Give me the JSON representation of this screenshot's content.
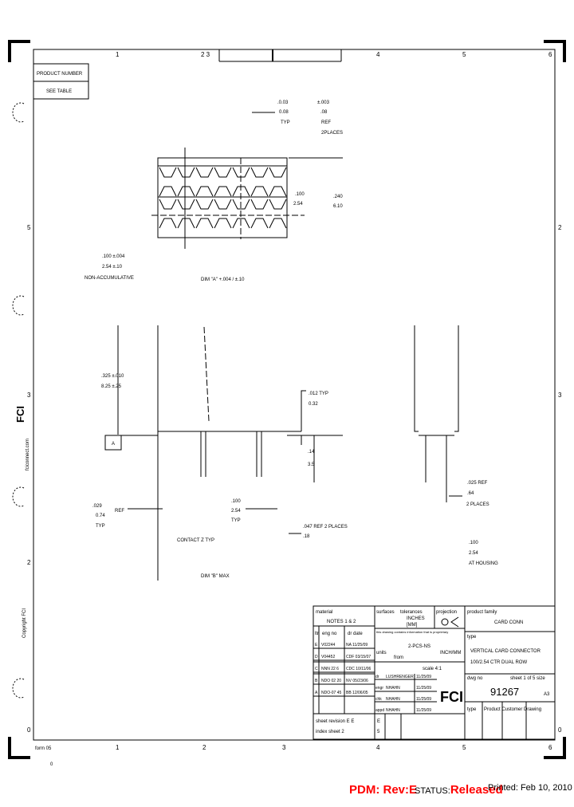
{
  "zones": {
    "top": [
      "1",
      "2 3",
      "4",
      "5",
      "6"
    ],
    "bottom": [
      "1",
      "2",
      "3",
      "4",
      "5",
      "6"
    ],
    "left": [
      "5",
      "3",
      "2",
      "0"
    ],
    "right": [
      "2",
      "3",
      "0"
    ]
  },
  "product_table": {
    "header": "PRODUCT NUMBER",
    "value": "SEE TABLE"
  },
  "dimensions": {
    "d1": [
      ".0.03",
      "0.08",
      "TYP"
    ],
    "d2": [
      "±.003",
      ".08",
      "REF",
      "2PLACES"
    ],
    "d3": [
      ".100",
      "2.54"
    ],
    "d4": [
      ".240",
      "6.10"
    ],
    "d5": [
      ".100  ±.004",
      "2.54  ±.10",
      "NON-ACCUMULATIVE"
    ],
    "d6": "DIM \"A\" +.004 / ±.10",
    "d7": [
      ".325 ±.010",
      "8.25 ±.25"
    ],
    "d8": [
      ".012 TYP",
      "0.32"
    ],
    "d9": [
      ".14",
      "3.5"
    ],
    "d10": [
      ".029",
      "0.74",
      "TYP",
      "REF"
    ],
    "d11": [
      ".100",
      "2.54",
      "TYP"
    ],
    "d12": [
      ".047 REF 2 PLACES",
      ".18"
    ],
    "d13": "CONTACT Z TYP",
    "d14": "DIM \"B\" MAX",
    "d15": [
      ".025 REF",
      ".64",
      "2 PLACES"
    ],
    "d16": [
      ".100",
      "2.54",
      "AT HOUSING"
    ],
    "datum": "A"
  },
  "side": {
    "website": "fciconnect.com",
    "copyright": "Copyright FCI",
    "logo": "FCI"
  },
  "bottom_left": {
    "form": "form 05",
    "mark": "0"
  },
  "title_block": {
    "material": "material",
    "notes": "NOTES 1 & 2",
    "surfaces": "surfaces",
    "tolerances": "tolerances",
    "inches": "INCHES",
    "mm": "[MM]",
    "projection": "projection",
    "product_family": "product family",
    "family_value": "CARD CONN",
    "col_ltr": "ltr",
    "col_eng": "eng no",
    "col_dr": "dr date",
    "rev_rows": [
      [
        "E",
        "V02244",
        "NA 11/25/09"
      ],
      [
        "D",
        "V04452",
        "CDF 03/15/07"
      ],
      [
        "C",
        "NNN 22 6",
        "CDC 10/11/06"
      ],
      [
        "B",
        "NDO 02 20",
        "NV 05/23/06"
      ],
      [
        "A",
        "NDO-07 45",
        "BB 12/06/05"
      ]
    ],
    "drawing_note": "this drawing contains information that is proprietary",
    "units_label": "units",
    "from_label": "from",
    "ref": "2-PCS-NS",
    "inch_mm": "INCH/MM",
    "scale": "scale 4:1",
    "type_label": "type",
    "description_1": "VERTICAL CARD CONNECTOR",
    "description_2": "100/2.54 CTR DUAL ROW",
    "signoffs": [
      {
        "role": "dr",
        "name": "LUSHRENGER",
        "date": "11/25/09"
      },
      {
        "role": "engr",
        "name": "NHAHN",
        "date": "11/25/09"
      },
      {
        "role": "chk",
        "name": "NHAHN",
        "date": "11/25/09"
      },
      {
        "role": "appd",
        "name": "NHAHN",
        "date": "11/25/09"
      }
    ],
    "logo": "FCI",
    "dwg_label": "dwg no",
    "sheet_label": "sheet 1 of 5 size",
    "dwg_no": "91267",
    "size": "A3",
    "type_row": [
      "type",
      "Product Customer Drawing"
    ],
    "sheet_revision": "sheet  revision E   E",
    "index_sheet": "index  sheet   2",
    "rev_box": "E",
    "sheet_no": "5"
  },
  "footer": {
    "pdm": "PDM: Rev:E",
    "status_label": "STATUS:",
    "status": "Released",
    "printed": "Printed: Feb 10, 2010"
  },
  "colors": {
    "status_red": "#ff0000"
  }
}
